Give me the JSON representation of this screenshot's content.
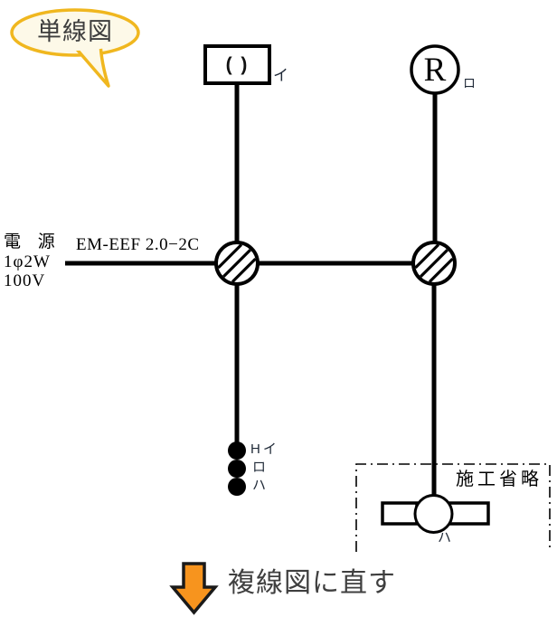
{
  "bubble": {
    "label": "単線図"
  },
  "power_source": {
    "line1": "電 源",
    "line2": "1φ2W",
    "line3": "100V"
  },
  "cable": {
    "label": "EM-EEF 2.0−2C"
  },
  "fixtures": {
    "ceiling_rose": {
      "symbol": "( )",
      "circuit": "イ"
    },
    "lamp_receptacle": {
      "symbol": "R",
      "circuit": "ロ"
    },
    "omitted_fixture": {
      "circuit": "ハ"
    }
  },
  "switches": {
    "labels": [
      "Hイ",
      "ロ",
      "ハ"
    ]
  },
  "omitted_area": {
    "label": "施工省略"
  },
  "caption": {
    "label": "複線図に直す"
  },
  "colors": {
    "wire": "#000000",
    "bubble_fill": "#FDF9E8",
    "bubble_border": "#F0B71F",
    "arrow_fill": "#F7941E",
    "arrow_outline": "#1a1a1a",
    "text_dark": "#3d3d3d"
  }
}
